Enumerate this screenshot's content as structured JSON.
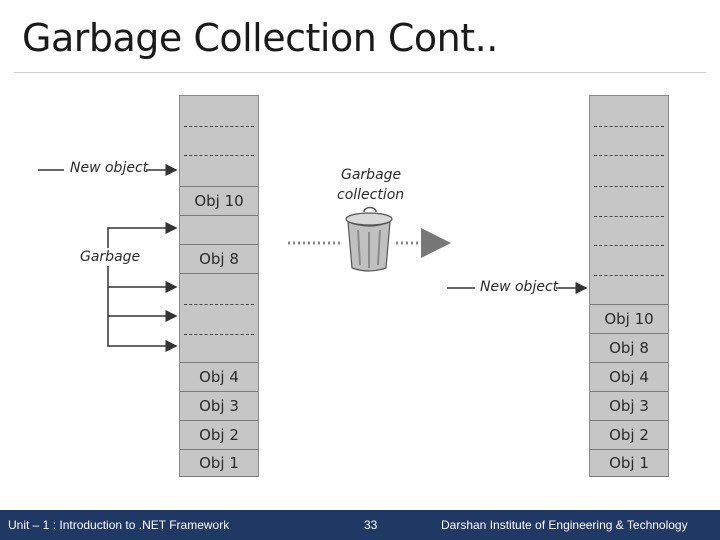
{
  "slide": {
    "title": "Garbage Collection Cont.."
  },
  "diagram": {
    "new_object_label": "New object",
    "garbage_label": "Garbage",
    "gc_label_line1": "Garbage",
    "gc_label_line2": "collection",
    "left_heap": [
      {
        "label": ""
      },
      {
        "label": ""
      },
      {
        "label": ""
      },
      {
        "label": "Obj 10"
      },
      {
        "label": ""
      },
      {
        "label": "Obj 8"
      },
      {
        "label": ""
      },
      {
        "label": ""
      },
      {
        "label": ""
      },
      {
        "label": "Obj 4"
      },
      {
        "label": "Obj 3"
      },
      {
        "label": "Obj 2"
      },
      {
        "label": "Obj 1"
      }
    ],
    "right_heap": [
      {
        "label": ""
      },
      {
        "label": ""
      },
      {
        "label": ""
      },
      {
        "label": ""
      },
      {
        "label": ""
      },
      {
        "label": ""
      },
      {
        "label": ""
      },
      {
        "label": "Obj 10"
      },
      {
        "label": "Obj 8"
      },
      {
        "label": "Obj 4"
      },
      {
        "label": "Obj 3"
      },
      {
        "label": "Obj 2"
      },
      {
        "label": "Obj 1"
      }
    ]
  },
  "footer": {
    "unit": "Unit – 1 : Introduction to .NET Framework",
    "page": "33",
    "institute": "Darshan Institute of Engineering & Technology"
  }
}
